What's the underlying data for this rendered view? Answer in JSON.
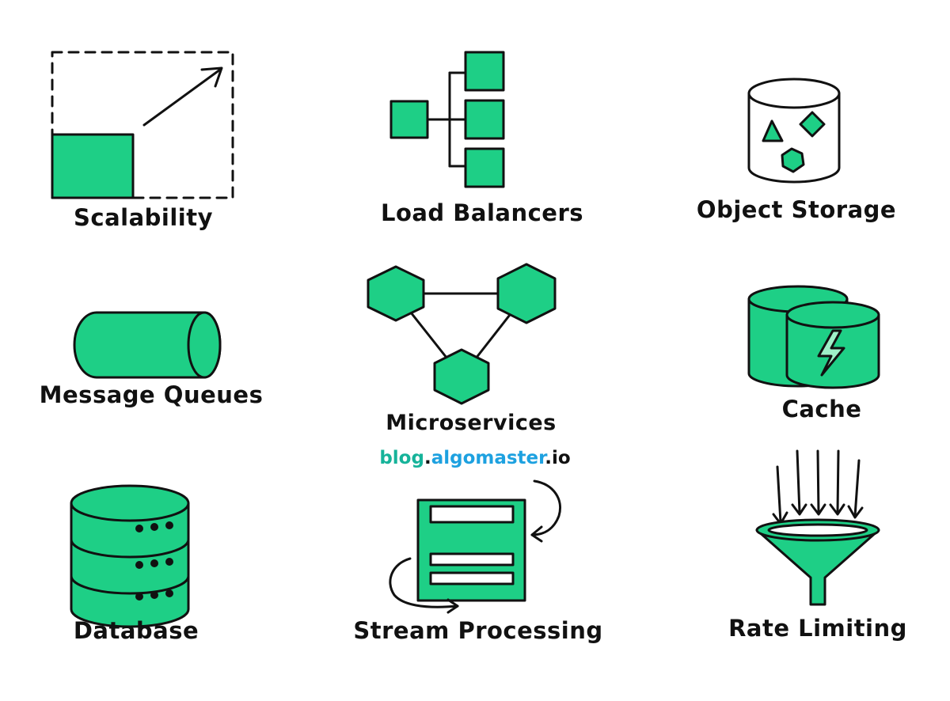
{
  "colors": {
    "accent": "#1ecf86",
    "ink": "#111111",
    "brand_teal": "#16b39a",
    "brand_blue": "#1da1e0"
  },
  "labels": {
    "scalability": "Scalability",
    "load_balancers": "Load Balancers",
    "object_storage": "Object Storage",
    "message_queues": "Message Queues",
    "microservices": "Microservices",
    "cache": "Cache",
    "database": "Database",
    "stream_processing": "Stream Processing",
    "rate_limiting": "Rate Limiting"
  },
  "brand": {
    "part1": "blog",
    "dot1": ".",
    "part2": "algomaster",
    "dot2": ".",
    "part3": "io"
  }
}
